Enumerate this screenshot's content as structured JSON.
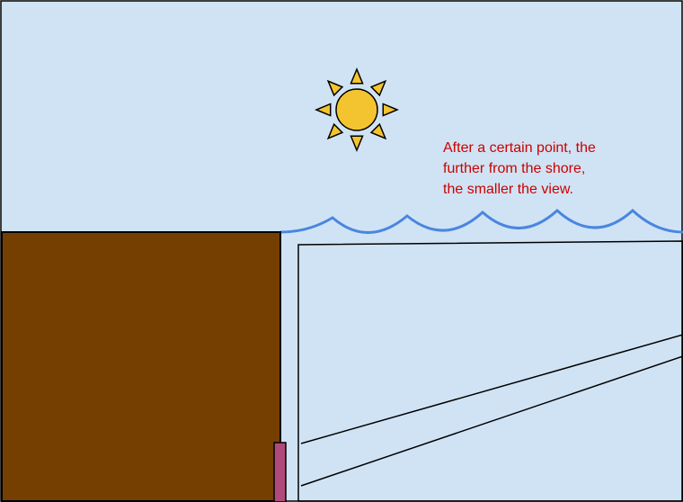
{
  "annotation": {
    "lines": [
      "After a certain point, the",
      "further from the shore,",
      "the smaller the view."
    ]
  },
  "colors": {
    "sky": "#d0e3f4",
    "cliff": "#753f02",
    "sun": "#f4c430",
    "wave": "#4a86e0",
    "outline": "#000000",
    "annotation": "#cc0000",
    "pole": "#b04a7a"
  },
  "icons": {
    "sun": "sun-icon",
    "waves": "wave-line"
  }
}
